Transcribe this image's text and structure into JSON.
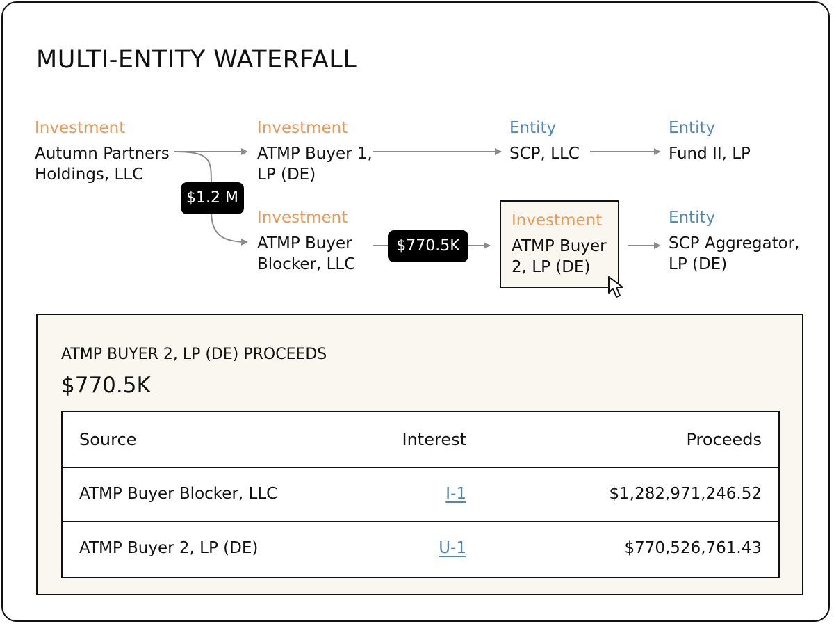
{
  "title": "MULTI-ENTITY WATERFALL",
  "colors": {
    "investment": "#e79a5c",
    "entity": "#4e86b4",
    "pill_background": "#000000",
    "selected_background": "#faf6f0",
    "panel_background": "#faf6f0"
  },
  "nodes": {
    "autumn": {
      "type": "Investment",
      "line1": "Autumn Partners",
      "line2": "Holdings, LLC"
    },
    "buyer1": {
      "type": "Investment",
      "line1": "ATMP Buyer 1,",
      "line2": "LP (DE)"
    },
    "scp": {
      "type": "Entity",
      "line1": "SCP, LLC"
    },
    "fund2": {
      "type": "Entity",
      "line1": "Fund II, LP"
    },
    "blocker": {
      "type": "Investment",
      "line1": "ATMP Buyer",
      "line2": "Blocker, LLC"
    },
    "buyer2": {
      "type": "Investment",
      "line1": "ATMP Buyer",
      "line2": "2, LP (DE)"
    },
    "aggregator": {
      "type": "Entity",
      "line1": "SCP Aggregator,",
      "line2": "LP (DE)"
    }
  },
  "flow_labels": {
    "autumn_to_blocker": "$1.2 M",
    "blocker_to_buyer2": "$770.5K"
  },
  "icons": {
    "cursor": "mouse-pointer-icon"
  },
  "panel": {
    "title": "ATMP BUYER 2, LP (DE) PROCEEDS",
    "value": "$770.5K",
    "table": {
      "headers": {
        "source": "Source",
        "interest": "Interest",
        "proceeds": "Proceeds"
      },
      "rows": [
        {
          "source": "ATMP Buyer Blocker, LLC",
          "interest": "I-1",
          "proceeds": "$1,282,971,246.52"
        },
        {
          "source": "ATMP Buyer 2, LP (DE)",
          "interest": "U-1",
          "proceeds": "$770,526,761.43"
        }
      ]
    }
  }
}
